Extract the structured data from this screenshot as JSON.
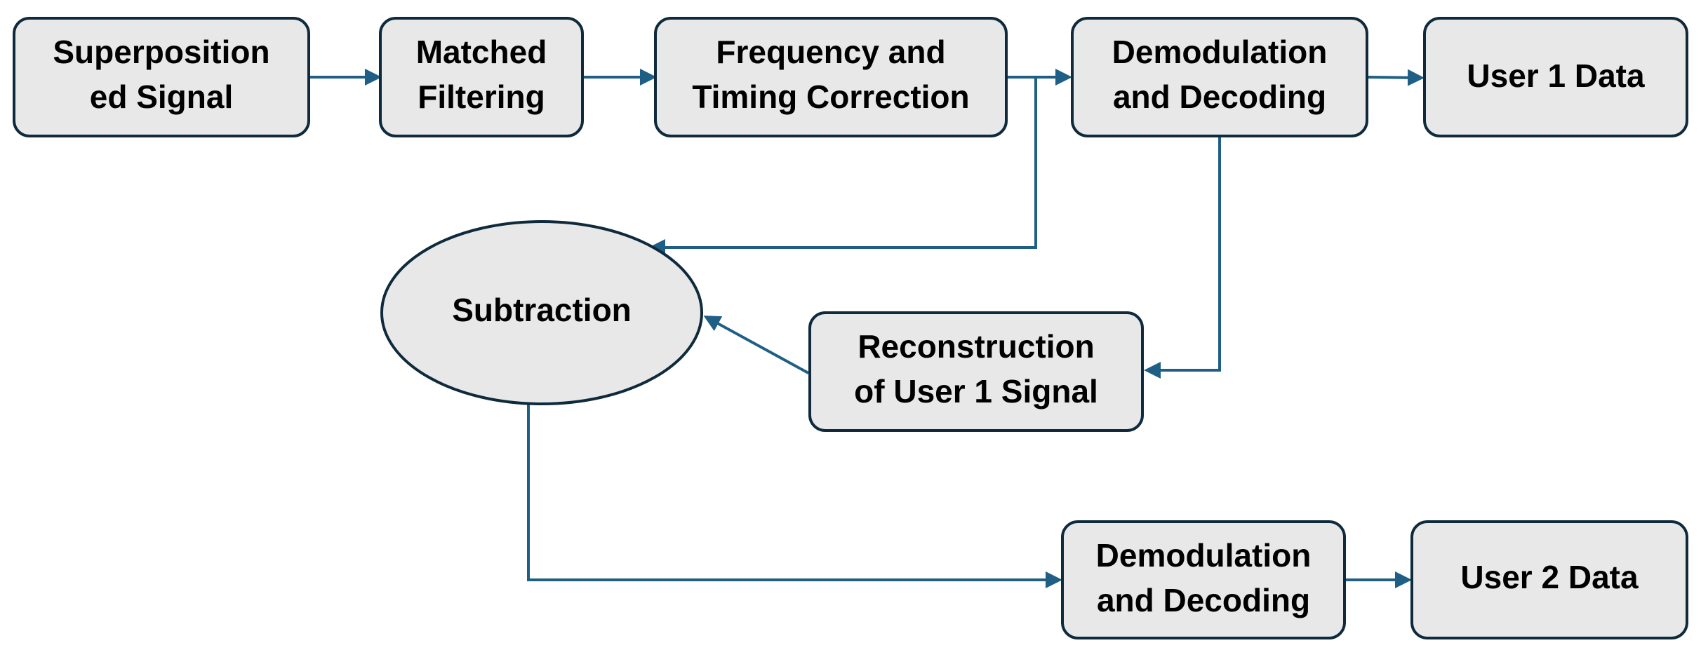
{
  "nodes": {
    "superposition": {
      "lines": [
        "Superposition",
        "ed Signal"
      ]
    },
    "matched": {
      "lines": [
        "Matched",
        "Filtering"
      ]
    },
    "freqtiming": {
      "lines": [
        "Frequency and",
        "Timing Correction"
      ]
    },
    "demod1": {
      "lines": [
        "Demodulation",
        "and Decoding"
      ]
    },
    "user1": {
      "lines": [
        "User 1 Data"
      ]
    },
    "subtraction": {
      "lines": [
        "Subtraction"
      ]
    },
    "reconstruction": {
      "lines": [
        "Reconstruction",
        "of User 1 Signal"
      ]
    },
    "demod2": {
      "lines": [
        "Demodulation",
        "and Decoding"
      ]
    },
    "user2": {
      "lines": [
        "User 2 Data"
      ]
    }
  },
  "colors": {
    "node_fill": "#e8e8e8",
    "node_stroke": "#0e2a3c",
    "edge": "#1f5f86"
  }
}
